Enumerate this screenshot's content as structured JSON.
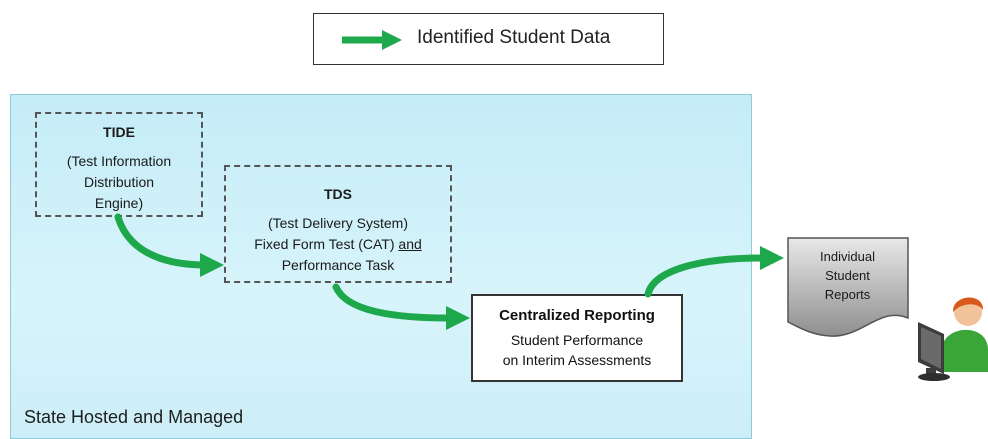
{
  "legend": {
    "label": "Identified Student Data",
    "arrow_color": "#1da84b"
  },
  "region": {
    "label": "State Hosted and Managed",
    "fill_color": "#c9eef8"
  },
  "tide": {
    "title": "TIDE",
    "line1": "(Test Information",
    "line2": "Distribution",
    "line3": "Engine)"
  },
  "tds": {
    "title": "TDS",
    "line1": "(Test Delivery System)",
    "line2a": "Fixed Form Test (CAT) ",
    "line2b": "and",
    "line3": "Performance Task"
  },
  "central": {
    "title": "Centralized Reporting",
    "line1": "Student Performance",
    "line2": "on Interim Assessments"
  },
  "report": {
    "line1": "Individual",
    "line2": "Student",
    "line3": "Reports",
    "icon": "document-icon"
  },
  "user": {
    "icon": "user-at-computer-icon"
  }
}
